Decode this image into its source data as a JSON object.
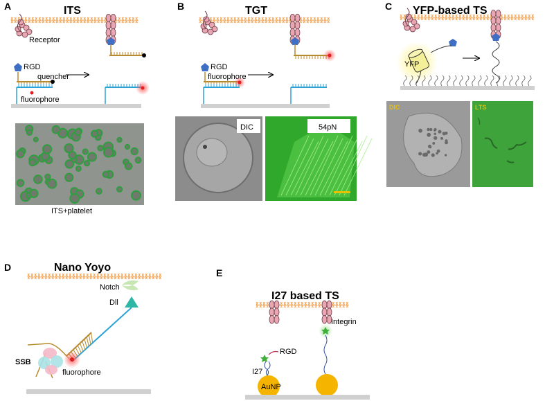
{
  "panels": {
    "a": {
      "letter": "A",
      "title": "ITS",
      "labels": {
        "receptor": "Receptor",
        "rgd": "RGD",
        "quencher": "quencher",
        "fluorophore": "fluorophore"
      },
      "caption": "ITS+platelet"
    },
    "b": {
      "letter": "B",
      "title": "TGT",
      "labels": {
        "rgd": "RGD",
        "fluorophore": "fluorophore"
      },
      "images": {
        "dic": "DIC",
        "force": "54pN"
      }
    },
    "c": {
      "letter": "C",
      "title": "YFP-based TS",
      "labels": {
        "yfp": "YFP"
      },
      "images": {
        "dic": "DIC",
        "lts": "LTS"
      }
    },
    "d": {
      "letter": "D",
      "title": "Nano Yoyo",
      "labels": {
        "notch": "Notch",
        "dll": "Dll",
        "ssb": "SSB",
        "fluorophore": "fluorophore"
      }
    },
    "e": {
      "letter": "E",
      "title": "I27 based TS",
      "labels": {
        "rgd": "RGD",
        "i27": "I27",
        "aunp": "AuNP",
        "integrin": "Integrin"
      }
    }
  },
  "colors": {
    "membrane": "#f2a65a",
    "receptor": "#e8a7b2",
    "receptor_outline": "#6b3a44",
    "rgd": "#3f6fc4",
    "dna_top": "#b88a2e",
    "dna_bottom": "#2ba3d6",
    "fluor_red": "#e02020",
    "quencher": "#000000",
    "surface": "#d0d0d0",
    "yfp": "#f4f09a",
    "gold": "#f4b400",
    "micro_green": "#2e9e3e",
    "micro_gray": "#9a9a9a",
    "dll": "#2fb7a6",
    "ssb_pink": "#f5b8c8",
    "ssb_cyan": "#a8e2e6"
  }
}
